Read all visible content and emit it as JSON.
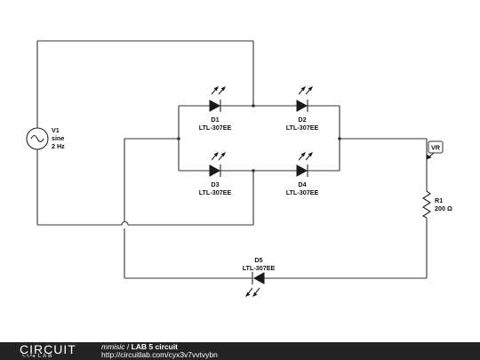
{
  "components": {
    "v1": {
      "name": "V1",
      "type": "sine",
      "freq": "2 Hz"
    },
    "d1": {
      "name": "D1",
      "part": "LTL-307EE"
    },
    "d2": {
      "name": "D2",
      "part": "LTL-307EE"
    },
    "d3": {
      "name": "D3",
      "part": "LTL-307EE"
    },
    "d4": {
      "name": "D4",
      "part": "LTL-307EE"
    },
    "d5": {
      "name": "D5",
      "part": "LTL-307EE"
    },
    "r1": {
      "name": "R1",
      "value": "200 Ω"
    },
    "probe": {
      "label": "VR"
    }
  },
  "footer": {
    "logo_top": "CIRCUIT",
    "logo_bottom": "LAB",
    "author": "mmisic",
    "separator": "/",
    "project": "LAB 5 circuit",
    "url": "http://circuitlab.com/cyx3v7vvtvybn"
  }
}
